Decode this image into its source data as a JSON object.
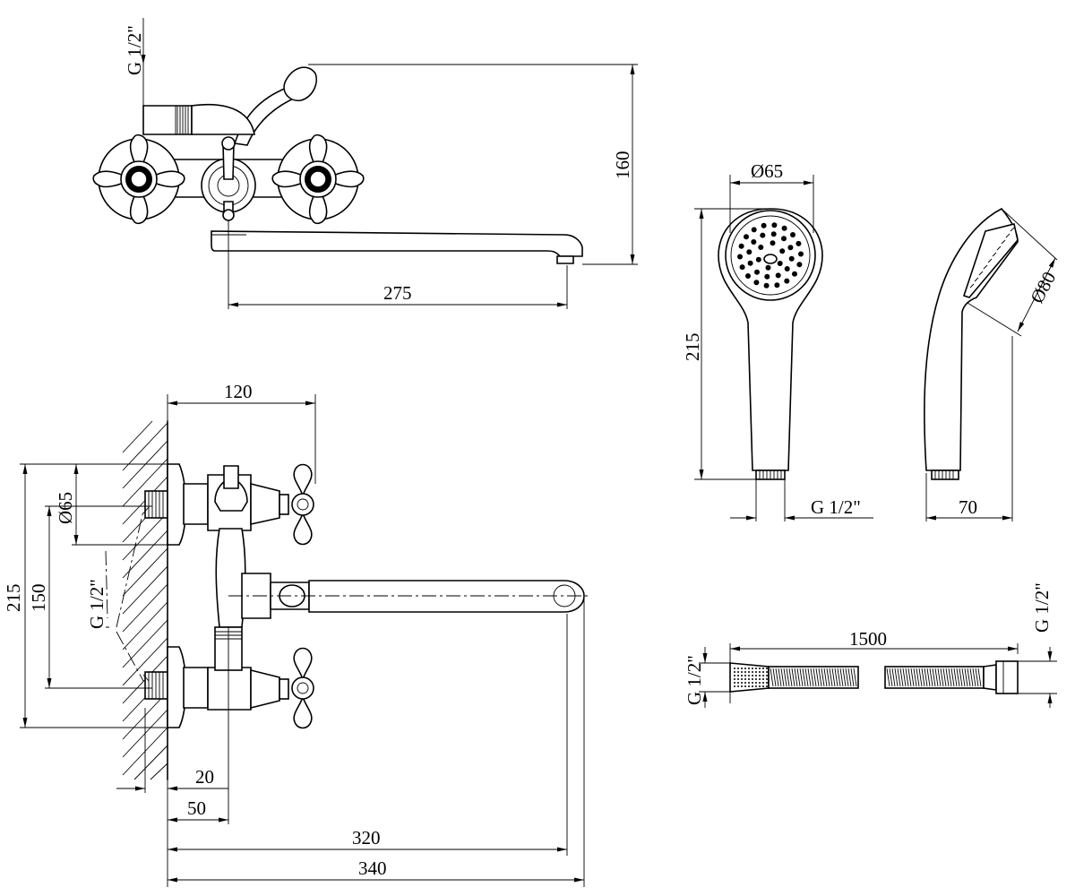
{
  "drawing": {
    "front_view": {
      "thread_label": "G 1/2\"",
      "height_dim": "160",
      "reach_dim": "275"
    },
    "side_view": {
      "top_width_dim": "120",
      "flange_dia_dim": "Ø65",
      "thread_label": "G 1/2\"",
      "overall_height_dim": "215",
      "centers_dim": "150",
      "offset_20_dim": "20",
      "offset_50_dim": "50",
      "spout_dim": "320",
      "overall_depth_dim": "340"
    },
    "hand_shower": {
      "head_dia_dim": "Ø65",
      "length_dim": "215",
      "thread_label": "G 1/2\"",
      "side_dia_dim": "Ø80",
      "side_width_dim": "70"
    },
    "hose": {
      "length_dim": "1500",
      "left_thread_label": "G 1/2\"",
      "right_thread_label": "G 1/2\""
    }
  }
}
